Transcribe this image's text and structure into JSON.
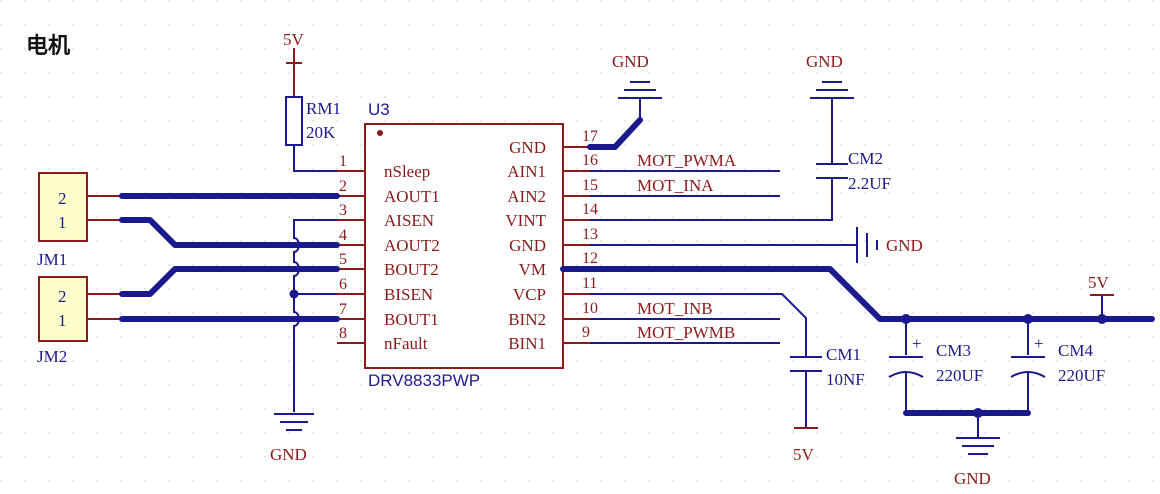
{
  "title": "电机",
  "power": {
    "v5_top": "5V",
    "v5_cm1": "5V",
    "v5_right": "5V"
  },
  "gnd": {
    "top1": "GND",
    "top2": "GND",
    "pin13": "GND",
    "left": "GND",
    "bottom": "GND"
  },
  "ic": {
    "ref": "U3",
    "part": "DRV8833PWP",
    "left_pins": [
      {
        "num": "1",
        "name": "nSleep"
      },
      {
        "num": "2",
        "name": "AOUT1"
      },
      {
        "num": "3",
        "name": "AISEN"
      },
      {
        "num": "4",
        "name": "AOUT2"
      },
      {
        "num": "5",
        "name": "BOUT2"
      },
      {
        "num": "6",
        "name": "BISEN"
      },
      {
        "num": "7",
        "name": "BOUT1"
      },
      {
        "num": "8",
        "name": "nFault"
      }
    ],
    "right_pins": [
      {
        "num": "17",
        "name": "GND"
      },
      {
        "num": "16",
        "name": "AIN1"
      },
      {
        "num": "15",
        "name": "AIN2"
      },
      {
        "num": "14",
        "name": "VINT"
      },
      {
        "num": "13",
        "name": "GND"
      },
      {
        "num": "12",
        "name": "VM"
      },
      {
        "num": "11",
        "name": "VCP"
      },
      {
        "num": "10",
        "name": "BIN2"
      },
      {
        "num": "9",
        "name": "BIN1"
      }
    ]
  },
  "nets": {
    "pin16": "MOT_PWMA",
    "pin15": "MOT_INA",
    "pin10": "MOT_INB",
    "pin9": "MOT_PWMB"
  },
  "resistor": {
    "ref": "RM1",
    "value": "20K"
  },
  "caps": {
    "cm1": {
      "ref": "CM1",
      "value": "10NF"
    },
    "cm2": {
      "ref": "CM2",
      "value": "2.2UF"
    },
    "cm3": {
      "ref": "CM3",
      "value": "220UF"
    },
    "cm4": {
      "ref": "CM4",
      "value": "220UF"
    }
  },
  "connectors": {
    "jm1": {
      "ref": "JM1",
      "pins": [
        "2",
        "1"
      ]
    },
    "jm2": {
      "ref": "JM2",
      "pins": [
        "2",
        "1"
      ]
    }
  },
  "polarity_mark": "+"
}
